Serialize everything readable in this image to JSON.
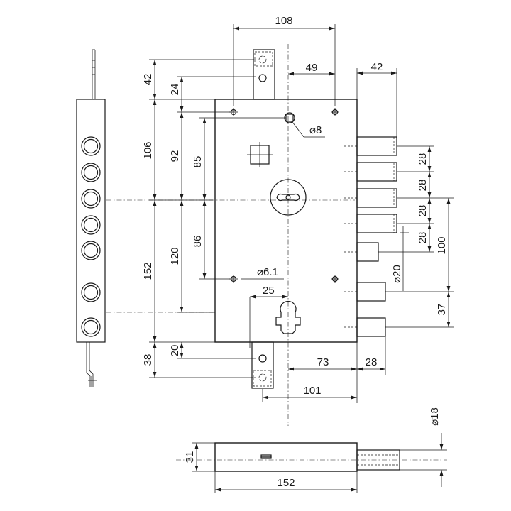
{
  "dimensions": {
    "d108": "108",
    "d49": "49",
    "d42_top": "42",
    "d24": "24",
    "d106": "106",
    "d92": "92",
    "d85": "85",
    "d152_left": "152",
    "d120": "120",
    "d86": "86",
    "d38": "38",
    "d20": "20",
    "d8": "⌀8",
    "d6_1": "⌀6.1",
    "d25": "25",
    "d42_right": "42",
    "d28_a": "28",
    "d28_b": "28",
    "d28_c": "28",
    "d28_d": "28",
    "d100": "100",
    "d37": "37",
    "d20_dia": "⌀20",
    "d73": "73",
    "d28_bottom": "28",
    "d101": "101",
    "d18": "⌀18",
    "d31": "31",
    "d152_bottom": "152"
  }
}
